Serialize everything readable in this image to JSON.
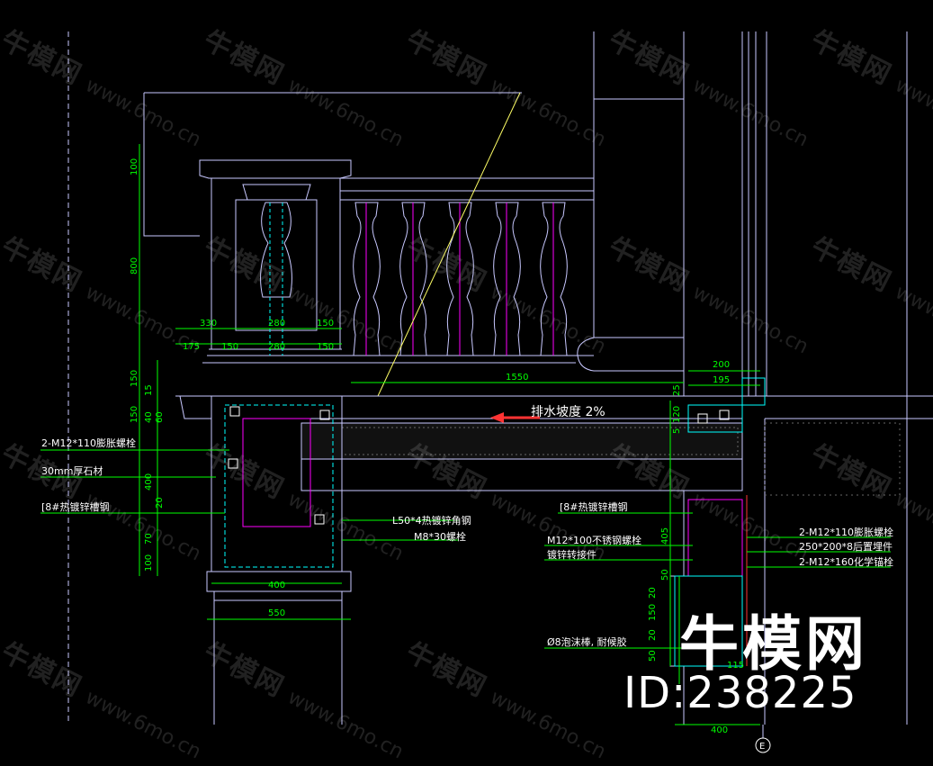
{
  "drawing": {
    "callouts_left": [
      "2-M12*110膨胀螺栓",
      "30mm厚石材",
      "[8#热镀锌槽钢"
    ],
    "callouts_mid": [
      "L50*4热镀锌角钢",
      "M8*30螺栓"
    ],
    "callouts_right": [
      "[8#热镀锌槽钢",
      "M12*100不锈钢螺栓",
      "镀锌转接件",
      "2-M12*110膨胀螺栓",
      "250*200*8后置埋件",
      "2-M12*160化学锚栓",
      "Ø8泡沫棒, 耐候胶"
    ],
    "slope_label": "排水坡度 2%",
    "axis_marker": "E",
    "dims_top": [
      "330",
      "280",
      "150",
      "175",
      "150",
      "280",
      "150"
    ],
    "dim_1550": "1550",
    "dims_right_top": [
      "200",
      "195"
    ],
    "dims_bottom": [
      "400",
      "550"
    ],
    "dim_400_bottom_right": "400",
    "dims_vertical_left": [
      "100",
      "800",
      "150",
      "150",
      "15",
      "40",
      "60",
      "400",
      "20",
      "70",
      "100"
    ],
    "dims_right_vert": [
      "25",
      "120",
      "5",
      "405",
      "50",
      "20",
      "150",
      "20",
      "50",
      "115"
    ]
  },
  "watermark": {
    "cn": "牛模网",
    "url": "www.6mo.cn"
  },
  "logo": {
    "title": "牛模网",
    "id": "ID:238225"
  },
  "colors": {
    "background": "#000000",
    "outline": "#c8c8ff",
    "dimension": "#00ff00",
    "text": "#ffffff",
    "accent_cyan": "#00ffff",
    "accent_magenta": "#ff00ff",
    "accent_yellow": "#ffff66",
    "accent_red": "#ff3333"
  }
}
